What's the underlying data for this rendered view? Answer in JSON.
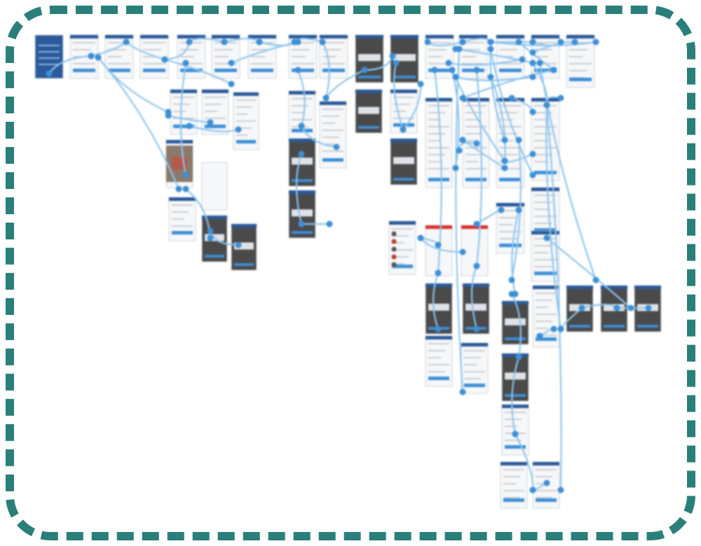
{
  "diagram": {
    "kind": "screen-flow-storyboard",
    "colors": {
      "frame_border": "#2a7f7a",
      "connector": "#8ec5ee",
      "node": "#3d8fd6",
      "screen_bg": "#f6f7f9",
      "screen_header": "#2b5a9a",
      "screen_button": "#3d8fd6",
      "dark_screen": "#4a4a4a",
      "alert_red": "#d9302c"
    },
    "screen_count": 62,
    "connector_count": 70
  }
}
